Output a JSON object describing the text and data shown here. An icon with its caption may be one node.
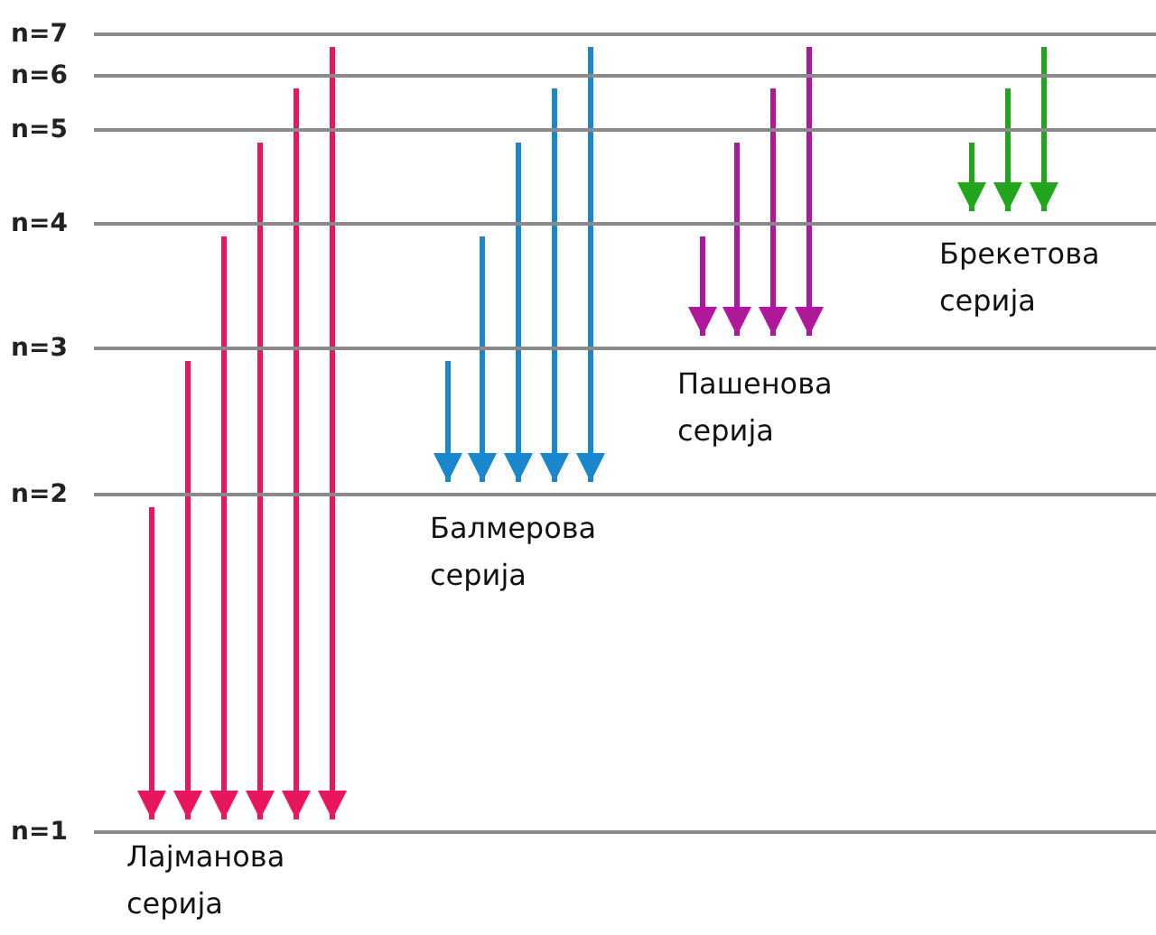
{
  "diagram": {
    "nodes": [
      {
        "text": [
          "n=7"
        ]
      },
      {
        "text": [
          "n=6"
        ]
      },
      {
        "text": [
          "n=5"
        ]
      },
      {
        "text": [
          "n=4"
        ]
      },
      {
        "text": [
          "n=3"
        ]
      },
      {
        "text": [
          "n=2"
        ]
      },
      {
        "text": [
          "n=1"
        ]
      }
    ],
    "edges": [
      {
        "from": 5,
        "to": 6,
        "arrow": "to"
      },
      {
        "from": 4,
        "to": 6,
        "arrow": "to"
      },
      {
        "from": 3,
        "to": 6,
        "arrow": "to"
      },
      {
        "from": 2,
        "to": 6,
        "arrow": "to"
      },
      {
        "from": 1,
        "to": 6,
        "arrow": "to"
      },
      {
        "from": 0,
        "to": 6,
        "arrow": "to"
      },
      {
        "from": 4,
        "to": 5,
        "arrow": "to",
        "color": "#1a87cc"
      },
      {
        "from": 3,
        "to": 5,
        "arrow": "to",
        "color": "#1a87cc"
      },
      {
        "from": 2,
        "to": 5,
        "arrow": "to",
        "color": "#1a87cc"
      },
      {
        "from": 1,
        "to": 5,
        "arrow": "to",
        "color": "#1a87cc"
      },
      {
        "from": 0,
        "to": 5,
        "arrow": "to",
        "color": "#1a87cc"
      },
      {
        "from": 3,
        "to": 4,
        "arrow": "to",
        "color": "#b0189c"
      },
      {
        "from": 2,
        "to": 4,
        "arrow": "to",
        "color": "#b0189c"
      },
      {
        "from": 1,
        "to": 4,
        "arrow": "to",
        "color": "#b0189c"
      },
      {
        "from": 0,
        "to": 4,
        "arrow": "to",
        "color": "#b0189c"
      },
      {
        "from": 2,
        "to": 3,
        "arrow": "to",
        "color": "#22a61c"
      },
      {
        "from": 1,
        "to": 3,
        "arrow": "to",
        "color": "#22a61c"
      },
      {
        "from": 0,
        "to": 3,
        "arrow": "to",
        "color": "#22a61c"
      }
    ],
    "labels": [
      "Брекетова серија",
      "Пашенова серија",
      "Балмерова серија",
      "Лајманова серија"
    ]
  }
}
